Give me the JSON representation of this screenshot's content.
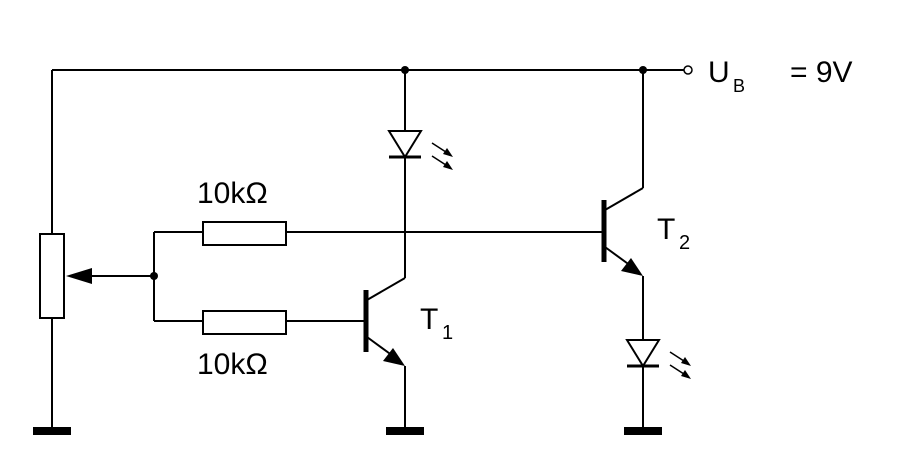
{
  "supply": {
    "name": "U",
    "subscript": "B",
    "value": "= 9V"
  },
  "components": {
    "resistor_top": {
      "label": "10kΩ"
    },
    "resistor_bottom": {
      "label": "10kΩ"
    },
    "transistor_1": {
      "name": "T",
      "subscript": "1"
    },
    "transistor_2": {
      "name": "T",
      "subscript": "2"
    }
  }
}
